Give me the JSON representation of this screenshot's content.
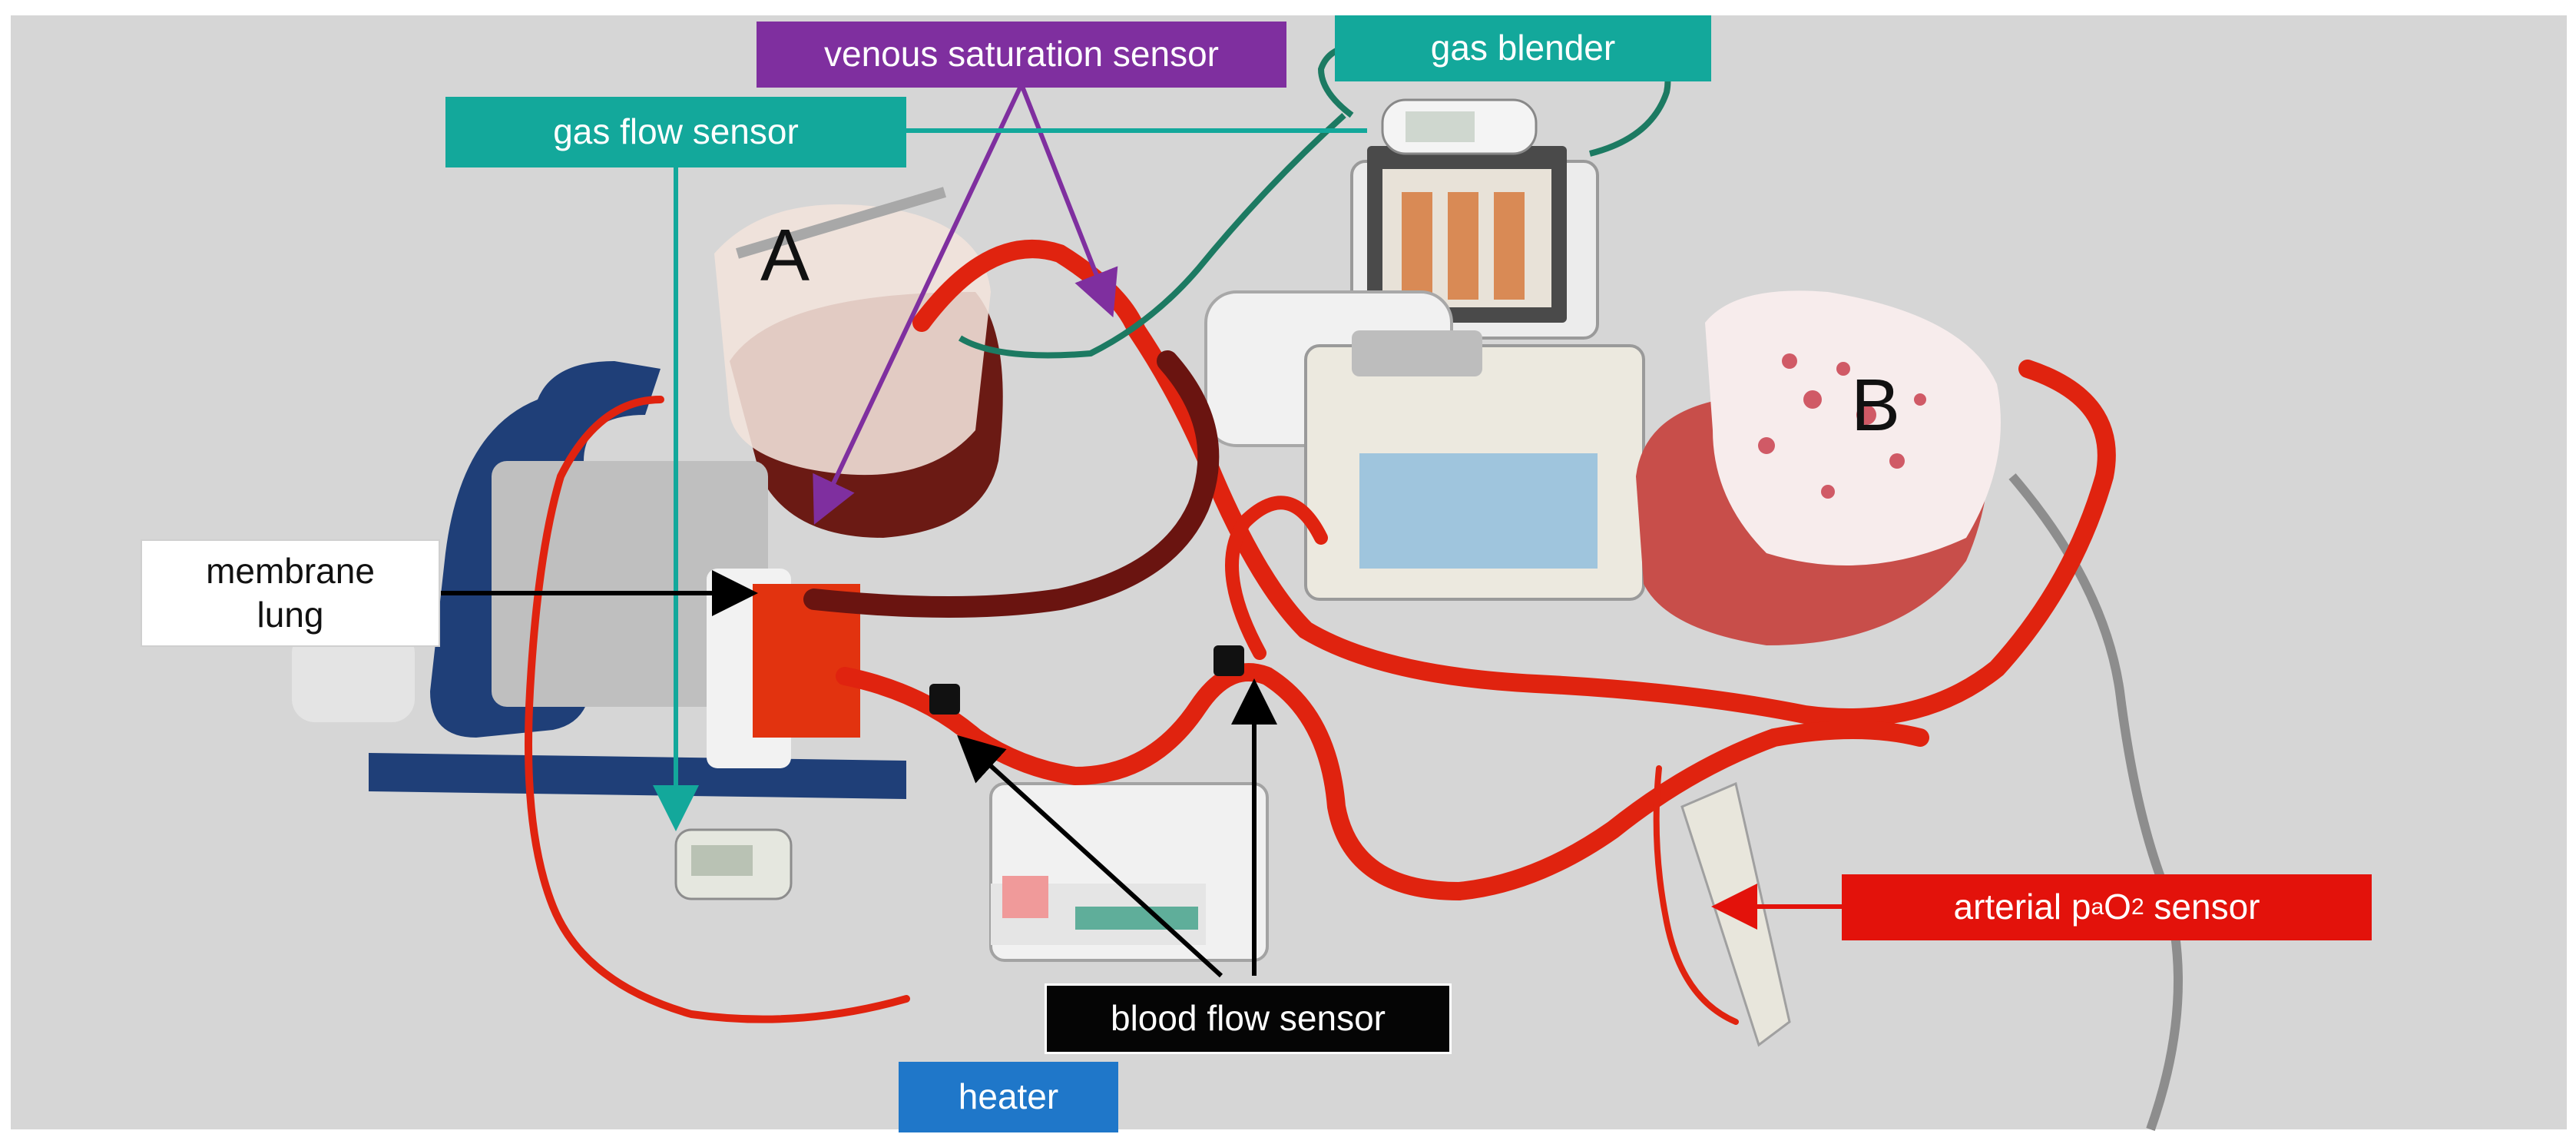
{
  "figure": {
    "panel_letters": {
      "a": "A",
      "b": "B"
    },
    "labels": {
      "venous_saturation_sensor": "venous saturation sensor",
      "gas_blender": "gas blender",
      "gas_flow_sensor": "gas flow sensor",
      "membrane_lung_line1": "membrane",
      "membrane_lung_line2": "lung",
      "arterial_sensor_prefix": "arterial p",
      "arterial_sensor_sub1": "a",
      "arterial_sensor_mid": "O",
      "arterial_sensor_sub2": "2",
      "arterial_sensor_suffix": " sensor",
      "blood_flow_sensor": "blood flow sensor",
      "heater": "heater"
    },
    "colors": {
      "teal_label": "#13a89b",
      "purple_label": "#7f2f9f",
      "red_label": "#e3120b",
      "black_label": "#050505",
      "blue_label": "#1f77c9",
      "tubing_red": "#e0230f",
      "background": "#d6d6d6"
    }
  }
}
